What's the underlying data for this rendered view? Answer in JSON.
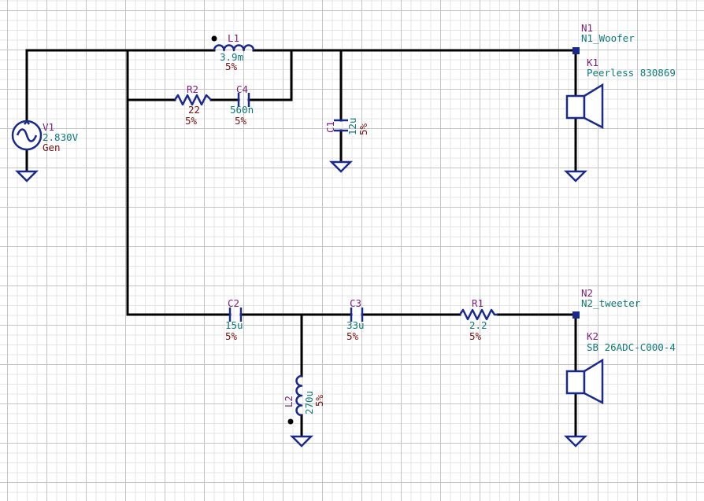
{
  "components": {
    "L1": {
      "ref": "L1",
      "value": "3.9m",
      "tol": "5%"
    },
    "R2": {
      "ref": "R2",
      "value": "22",
      "tol": "5%"
    },
    "C4": {
      "ref": "C4",
      "value": "560n",
      "tol": "5%"
    },
    "C1": {
      "ref": "C1",
      "value": "12u",
      "tol": "5%"
    },
    "V1": {
      "ref": "V1",
      "value": "2.830V",
      "extra": "Gen"
    },
    "C2": {
      "ref": "C2",
      "value": "15u",
      "tol": "5%"
    },
    "C3": {
      "ref": "C3",
      "value": "33u",
      "tol": "5%"
    },
    "R1": {
      "ref": "R1",
      "value": "2.2",
      "tol": "5%"
    },
    "L2": {
      "ref": "L2",
      "value": "270u",
      "tol": "5%"
    },
    "K1": {
      "ref": "K1",
      "model": "Peerless 830869"
    },
    "K2": {
      "ref": "K2",
      "model": "SB 26ADC-C000-4"
    }
  },
  "nodes": {
    "N1": {
      "ref": "N1",
      "label": "N1_Woofer"
    },
    "N2": {
      "ref": "N2",
      "label": "N2_tweeter"
    }
  },
  "colors": {
    "wire": "#000000",
    "symbol": "#1a2a8c",
    "ref_text": "#7a1f7a",
    "value_text": "#0f7a7a",
    "tolerance_text": "#7a1010",
    "grid_major": "#c4c4c4",
    "grid_minor": "#e4e4e4"
  }
}
